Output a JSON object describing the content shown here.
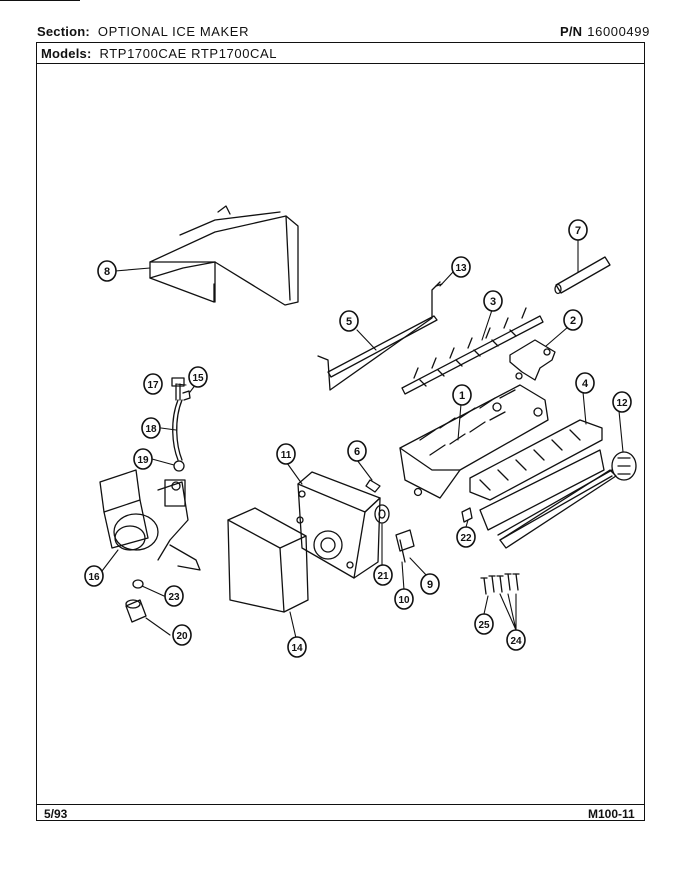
{
  "header": {
    "section_label": "Section:",
    "section_value": "OPTIONAL ICE MAKER",
    "pn_label": "P/N",
    "pn_value": "16000499",
    "models_label": "Models:",
    "models_value": "RTP1700CAE   RTP1700CAL"
  },
  "footer": {
    "date": "5/93",
    "page_code": "M100-11"
  },
  "callouts": [
    "1",
    "2",
    "3",
    "4",
    "5",
    "6",
    "7",
    "8",
    "9",
    "10",
    "11",
    "12",
    "13",
    "14",
    "15",
    "16",
    "17",
    "18",
    "19",
    "20",
    "21",
    "22",
    "23",
    "24",
    "25"
  ],
  "colors": {
    "ink": "#111111",
    "paper": "#ffffff"
  }
}
